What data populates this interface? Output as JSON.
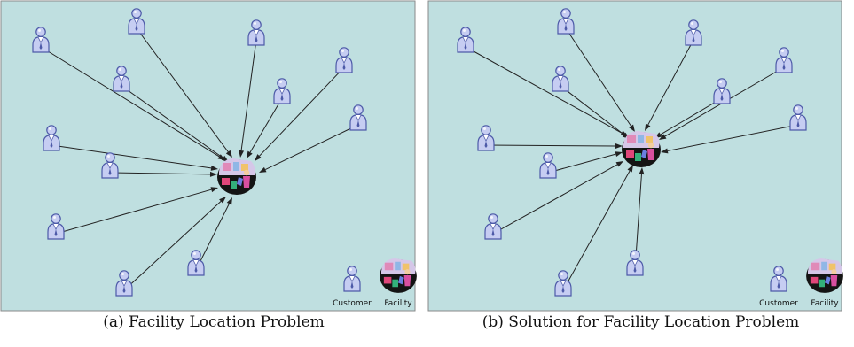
{
  "figure": {
    "panels": [
      {
        "id": "a",
        "caption": "(a)  Facility Location Problem",
        "legend": {
          "customer_label": "Customer",
          "facility_label": "Facility"
        }
      },
      {
        "id": "b",
        "caption": "(b)  Solution for Facility Location Problem",
        "legend": {
          "customer_label": "Customer",
          "facility_label": "Facility"
        }
      }
    ],
    "colors": {
      "background": "#bfdfe0",
      "border": "#8a8a8a",
      "edge": "#222222",
      "person_body": "#c6cdf2",
      "person_outline": "#4d5aa8"
    },
    "icons": {
      "customer": "person-icon",
      "facility": "shop-icon"
    }
  }
}
